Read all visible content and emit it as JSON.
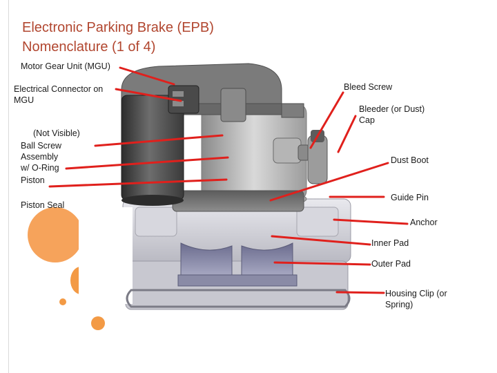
{
  "slide": {
    "title_line1": "Electronic Parking Brake (EPB)",
    "title_line2": "Nomenclature (1 of 4)"
  },
  "labels": {
    "motor_gear_unit": "Motor Gear Unit (MGU)",
    "electrical_connector": "Electrical Connector on\nMGU",
    "not_visible": "(Not Visible)",
    "ball_screw_assembly": "Ball Screw\nAssembly\nw/ O-Ring",
    "piston": "Piston",
    "piston_seal": "Piston Seal",
    "bleed_screw": "Bleed Screw",
    "bleeder_cap": "Bleeder (or Dust)\nCap",
    "dust_boot": "Dust Boot",
    "guide_pin": "Guide Pin",
    "anchor": "Anchor",
    "inner_pad": "Inner Pad",
    "outer_pad": "Outer Pad",
    "housing_clip": "Housing Clip (or\nSpring)"
  },
  "colors": {
    "title": "#b1462f",
    "leader_line": "#e0201c",
    "accent_orange": "#f39a45"
  }
}
